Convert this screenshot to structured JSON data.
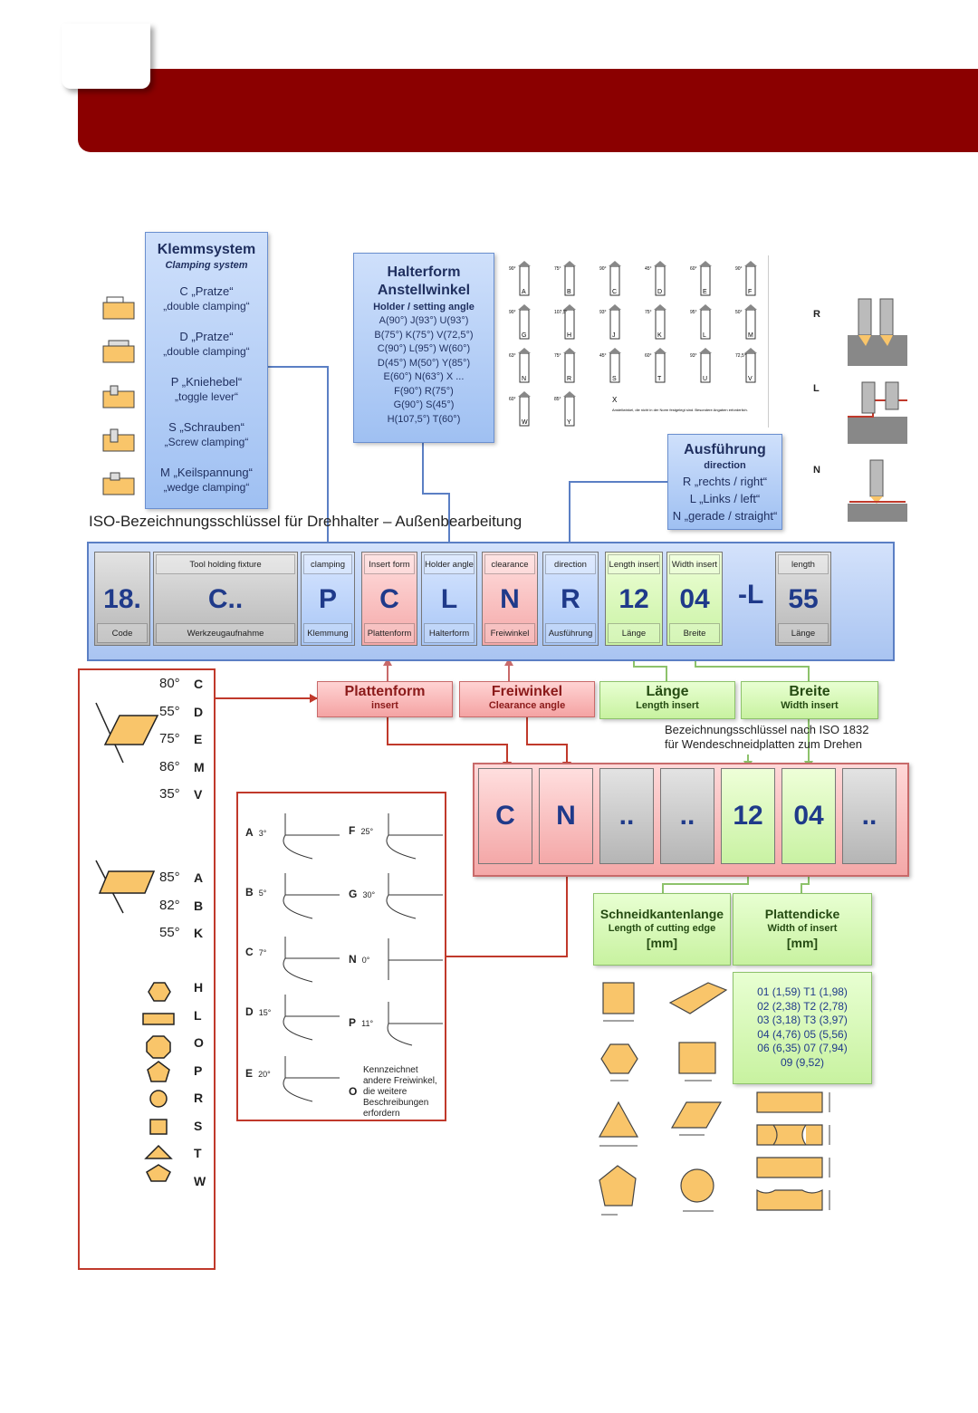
{
  "clamping": {
    "title": "Klemmsystem",
    "subtitle": "Clamping system",
    "items": [
      {
        "de": "C „Pratze“",
        "en": "„double clamping“"
      },
      {
        "de": "D „Pratze“",
        "en": "„double clamping“"
      },
      {
        "de": "P „Kniehebel“",
        "en": "„toggle lever“"
      },
      {
        "de": "S „Schrauben“",
        "en": "„Screw clamping“"
      },
      {
        "de": "M „Keilspannung“",
        "en": "„wedge clamping“"
      }
    ]
  },
  "holder": {
    "title1": "Halterform",
    "title2": "Anstellwinkel",
    "subtitle": "Holder / setting angle",
    "lines": [
      "A(90°) J(93°) U(93°)",
      "B(75°) K(75°) V(72,5°)",
      "C(90°) L(95°) W(60°)",
      "D(45°) M(50°) Y(85°)",
      "E(60°) N(63°) X ...",
      "F(90°) R(75°)",
      "G(90°) S(45°)",
      "H(107,5°) T(60°)"
    ]
  },
  "holder_shapes": {
    "letters": [
      "A",
      "B",
      "C",
      "D",
      "E",
      "F",
      "G",
      "H",
      "J",
      "K",
      "L",
      "M",
      "N",
      "R",
      "S",
      "T",
      "U",
      "V",
      "W",
      "Y"
    ],
    "angles": [
      "90°",
      "75°",
      "90°",
      "45°",
      "60°",
      "90°",
      "90°",
      "107,5°",
      "93°",
      "75°",
      "95°",
      "50°",
      "63°",
      "75°",
      "45°",
      "60°",
      "93°",
      "72,5°",
      "60°",
      "85°"
    ],
    "x_label": "X",
    "x_note": "Anstellwinkel, die nicht in der Norm festgelegt sind. Besondere Angaben erforderlich."
  },
  "direction": {
    "title": "Ausführung",
    "subtitle": "direction",
    "lines": [
      "R „rechts / right“",
      "L „Links / left“",
      "N „gerade / straight“"
    ],
    "side_letters": [
      "R",
      "L",
      "N"
    ]
  },
  "iso_title": "ISO-Bezeichnungsschlüssel für Drehhalter – Außenbearbeitung",
  "code_row": [
    {
      "top": "",
      "value": "18.",
      "bottom": "Code"
    },
    {
      "top": "Tool holding fixture",
      "value": "C..",
      "bottom": "Werkzeugaufnahme"
    },
    {
      "top": "clamping",
      "value": "P",
      "bottom": "Klemmung"
    },
    {
      "top": "Insert form",
      "value": "C",
      "bottom": "Plattenform"
    },
    {
      "top": "Holder angle",
      "value": "L",
      "bottom": "Halterform"
    },
    {
      "top": "clearance",
      "value": "N",
      "bottom": "Freiwinkel"
    },
    {
      "top": "direction",
      "value": "R",
      "bottom": "Ausführung"
    },
    {
      "top": "Length insert",
      "value": "12",
      "bottom": "Länge"
    },
    {
      "top": "Width insert",
      "value": "04",
      "bottom": "Breite"
    },
    {
      "top": "length",
      "value": "55",
      "bottom": "Länge"
    }
  ],
  "dash_l": "-L",
  "labels": {
    "plattenform": {
      "de": "Plattenform",
      "en": "insert"
    },
    "freiwinkel": {
      "de": "Freiwinkel",
      "en": "Clearance angle"
    },
    "laenge": {
      "de": "Länge",
      "en": "Length insert"
    },
    "breite": {
      "de": "Breite",
      "en": "Width insert"
    }
  },
  "iso1832": [
    "Bezeichnungsschlüssel nach ISO 1832",
    "für Wendeschneidplatten zum Drehen"
  ],
  "code_row2": [
    "C",
    "N",
    "..",
    "..",
    "12",
    "04",
    ".."
  ],
  "insert_shapes": {
    "rhombic": [
      {
        "deg": "80°",
        "letter": "C"
      },
      {
        "deg": "55°",
        "letter": "D"
      },
      {
        "deg": "75°",
        "letter": "E"
      },
      {
        "deg": "86°",
        "letter": "M"
      },
      {
        "deg": "35°",
        "letter": "V"
      }
    ],
    "parallelogram": [
      {
        "deg": "85°",
        "letter": "A"
      },
      {
        "deg": "82°",
        "letter": "B"
      },
      {
        "deg": "55°",
        "letter": "K"
      }
    ],
    "regular": [
      "H",
      "L",
      "O",
      "P",
      "R",
      "S",
      "T",
      "W"
    ]
  },
  "clearance_angles": {
    "left": [
      {
        "letter": "A",
        "deg": "3°"
      },
      {
        "letter": "B",
        "deg": "5°"
      },
      {
        "letter": "C",
        "deg": "7°"
      },
      {
        "letter": "D",
        "deg": "15°"
      },
      {
        "letter": "E",
        "deg": "20°"
      }
    ],
    "right": [
      {
        "letter": "F",
        "deg": "25°"
      },
      {
        "letter": "G",
        "deg": "30°"
      },
      {
        "letter": "N",
        "deg": "0°"
      },
      {
        "letter": "P",
        "deg": "11°"
      }
    ],
    "other_letter": "O",
    "other_note": [
      "Kennzeichnet",
      "andere Freiwinkel,",
      "die weitere",
      "Beschreibungen",
      "erfordern"
    ]
  },
  "cutting_edge": {
    "de": "Schneidkantenlange",
    "en": "Length of cutting edge",
    "unit": "[mm]"
  },
  "thickness": {
    "de": "Plattendicke",
    "en": "Width of insert",
    "unit": "[mm]",
    "values": [
      "01 (1,59) T1 (1,98)",
      "02 (2,38) T2 (2,78)",
      "03 (3,18) T3 (3,97)",
      "04 (4,76) 05 (5,56)",
      "06 (6,35) 07 (7,94)",
      "09 (9,52)"
    ]
  },
  "colors": {
    "header": "#8b0000",
    "insert": "#f9c56a",
    "red_border": "#c0392b",
    "blue_line": "#5b7fc4",
    "green_line": "#8dc26b"
  }
}
